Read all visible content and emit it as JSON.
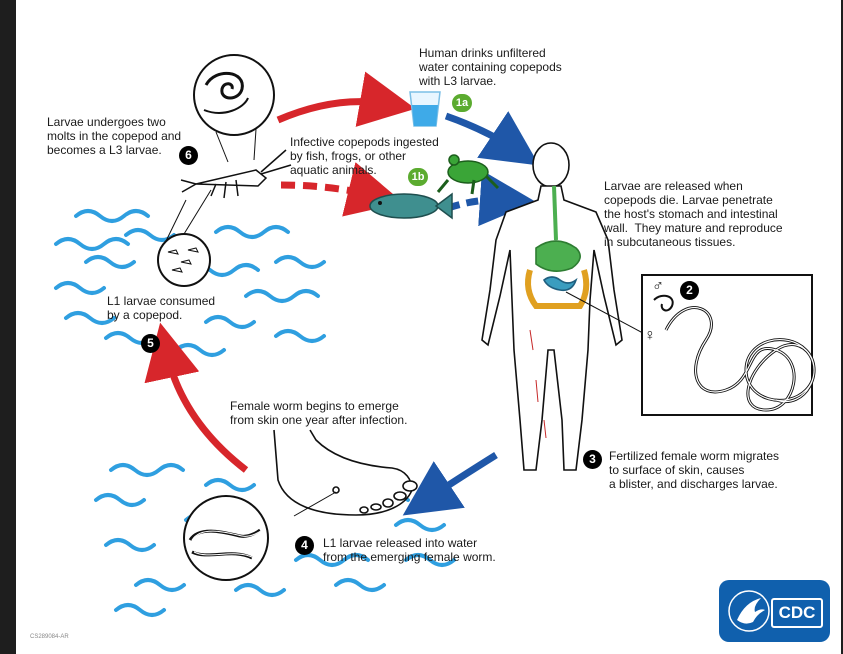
{
  "labels": {
    "step_1a": "Human drinks unfiltered\nwater containing copepods\nwith L3 larvae.",
    "step_1b": "Infective copepods ingested\nby fish, frogs, or other\naquatic animals.",
    "step_2": "Larvae are released when\ncopepods die. Larvae penetrate\nthe host's stomach and intestinal\nwall.  They mature and reproduce\nin subcutaneous tissues.",
    "step_3": "Fertilized female worm migrates\nto surface of skin, causes\na blister, and discharges larvae.",
    "step_emerge": "Female worm begins to emerge\nfrom skin one year after infection.",
    "step_4": "L1 larvae released into water\nfrom the emerging female worm.",
    "step_5": "L1 larvae consumed\nby a copepod.",
    "step_6": "Larvae undergoes two\nmolts in the copepod and\nbecomes a L3 larvae."
  },
  "badges": {
    "b1a": "1a",
    "b1b": "1b",
    "b2": "2",
    "b3": "3",
    "b4": "4",
    "b5": "5",
    "b6": "6"
  },
  "sex_symbols": {
    "male": "♂",
    "female": "♀"
  },
  "footer": {
    "figure_code": "CS289084-AR",
    "logo_text": "CDC"
  },
  "colors": {
    "red_arrow": "#d7262b",
    "blue_arrow": "#1f57a8",
    "water": "#2f9fe0",
    "green_badge": "#5bab2f",
    "cdc_blue": "#1060ad"
  }
}
